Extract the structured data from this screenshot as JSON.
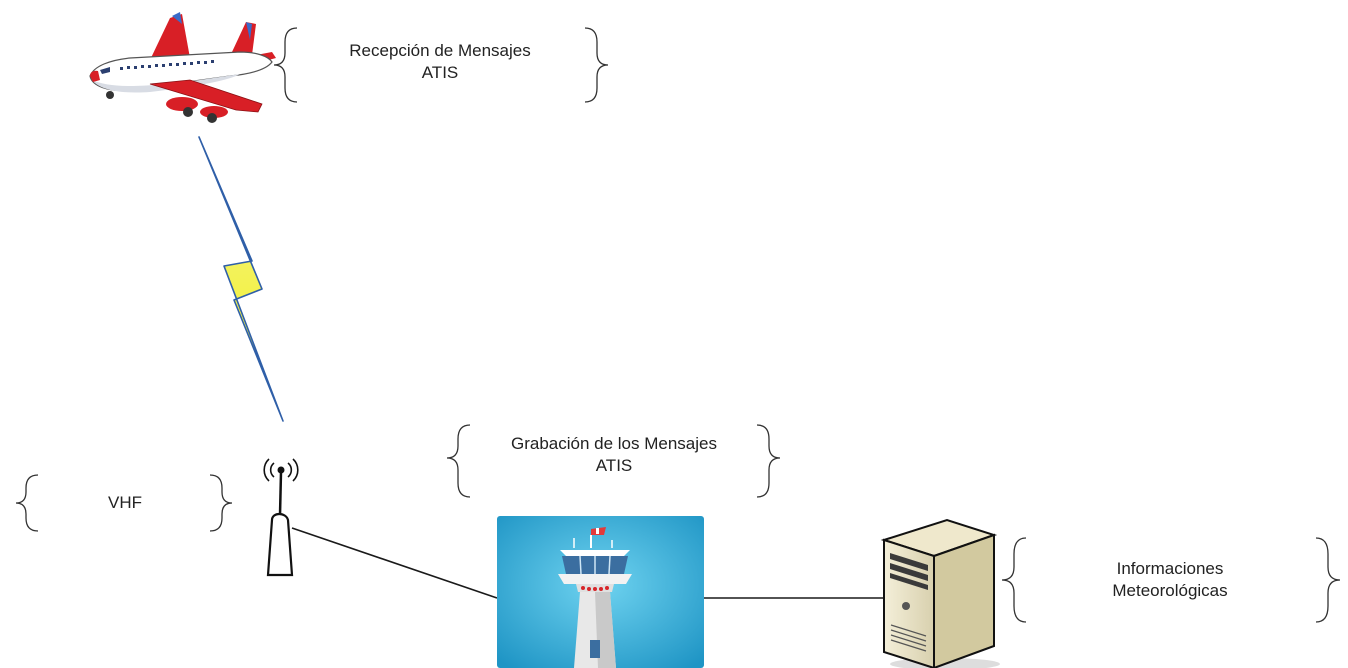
{
  "labels": {
    "aircraft": {
      "line1": "Recepción de Mensajes",
      "line2": "ATIS"
    },
    "tower": {
      "line1": "Grabación de los Mensajes",
      "line2": "ATIS"
    },
    "vhf": "VHF",
    "server": {
      "line1": "Informaciones",
      "line2": "Meteorológicas"
    }
  },
  "icons": {
    "aircraft": "airplane-icon",
    "radio_link": "lightning-bolt-icon",
    "antenna": "vhf-antenna-icon",
    "tower": "control-tower-icon",
    "server": "server-computer-icon"
  },
  "colors": {
    "line": "#1a1a1a",
    "bolt_fill": "#f2f21e",
    "bolt_stroke": "#2f5fa8",
    "tower_bg": "#2aa8d4",
    "aircraft_accent": "#d81f26"
  }
}
